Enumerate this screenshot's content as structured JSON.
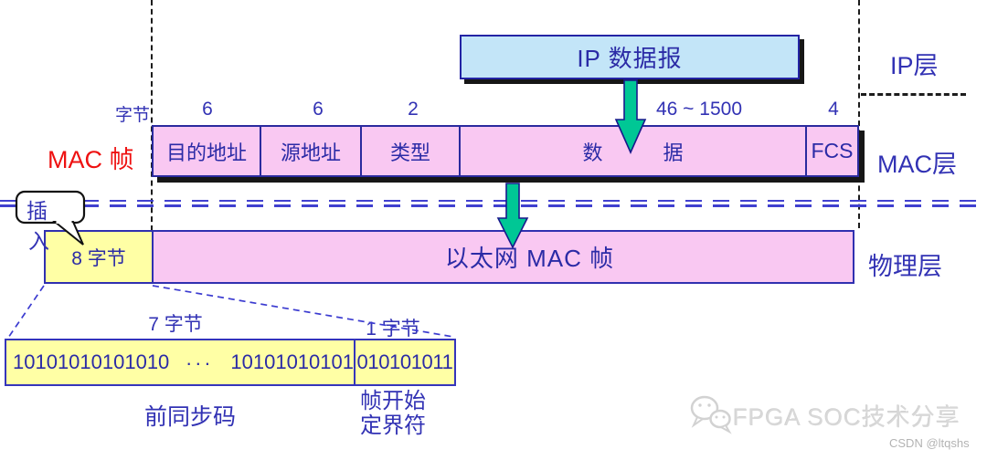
{
  "diagram": {
    "title_label": "MAC 帧",
    "byte_unit_label": "字节",
    "ip_datagram_label": "IP 数据报",
    "layers": {
      "ip": "IP层",
      "mac": "MAC层",
      "physical": "物理层"
    },
    "mac_fields": [
      {
        "name": "目的地址",
        "bytes": "6"
      },
      {
        "name": "源地址",
        "bytes": "6"
      },
      {
        "name": "类型",
        "bytes": "2"
      },
      {
        "name": "数　　　据",
        "bytes": "46 ~ 1500"
      },
      {
        "name": "FCS",
        "bytes": "4"
      }
    ],
    "insert_callout": {
      "char1": "插",
      "char2": "入"
    },
    "physical_row": {
      "preamble_box": "8 字节",
      "frame_box": "以太网 MAC 帧"
    },
    "expanded": {
      "preamble_len_label": "7 字节",
      "sfd_len_label": "1 字节",
      "bits_start": "10101010101010",
      "bits_dots": "...",
      "bits_end": "10101010101",
      "sfd_bits": "010101011",
      "preamble_caption": "前同步码",
      "sfd_caption_line1": "帧开始",
      "sfd_caption_line2": "定界符"
    },
    "colors": {
      "pink": "#f9c8f2",
      "yellow": "#ffffa5",
      "light_blue": "#c3e5f8",
      "navy_border": "#2a2a9e",
      "blue_text": "#3232b4",
      "red_label": "#ee1111",
      "green_arrow": "#00c795",
      "separator_blue": "#4040cf",
      "shadow_black": "#161616"
    }
  },
  "watermark": {
    "brand": "FPGA SOC技术分享",
    "csdn": "CSDN @ltqshs"
  }
}
